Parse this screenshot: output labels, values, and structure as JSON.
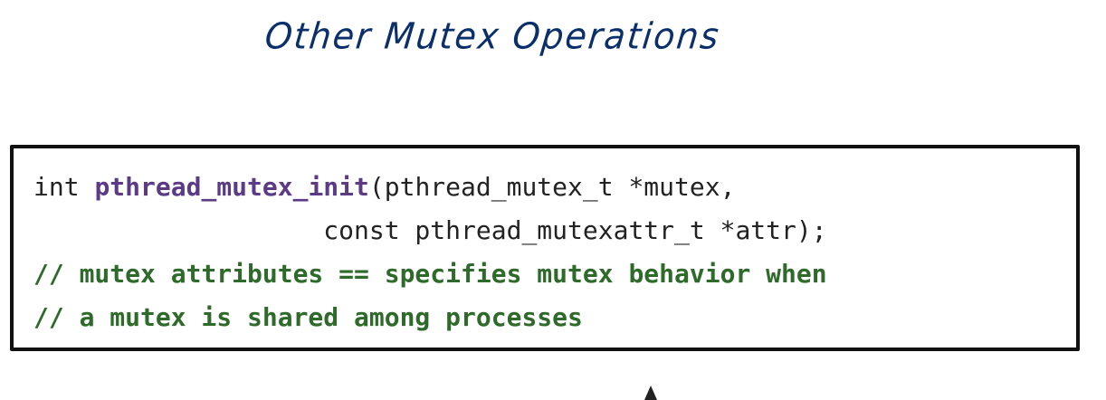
{
  "slide": {
    "title": "Other Mutex Operations"
  },
  "code": {
    "line1": {
      "keyword": "int ",
      "function": "pthread_mutex_init",
      "rest": "(pthread_mutex_t *mutex,"
    },
    "line2": {
      "text": "                   const pthread_mutexattr_t *attr);"
    },
    "comment_lines": [
      "// mutex attributes == specifies mutex behavior when",
      "// a mutex is shared among processes"
    ]
  },
  "colors": {
    "title": "#0a2f6b",
    "function_name": "#5b3a86",
    "comment": "#2e6a2a",
    "code_text": "#222222",
    "box_border": "#111111"
  },
  "icons": {
    "pointer": "mouse-cursor-icon"
  }
}
